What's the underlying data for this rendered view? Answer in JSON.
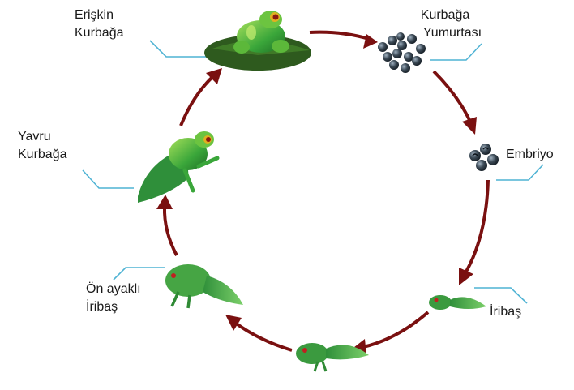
{
  "colors": {
    "arrow": "#7a1010",
    "leader": "#4fb3d4",
    "frog_green": "#3aa63a",
    "frog_light": "#8fd64a",
    "egg": "#2f3b46",
    "lily_pad": "#2e5a1e"
  },
  "stages": [
    {
      "id": "adult",
      "line1": "Erişkin",
      "line2": "Kurbağa",
      "icon": "adult-frog"
    },
    {
      "id": "eggs",
      "line1": "Kurbağa",
      "line2": "Yumurtası",
      "icon": "frog-eggs"
    },
    {
      "id": "embryo",
      "line1": "Embriyo",
      "line2": "",
      "icon": "embryo"
    },
    {
      "id": "tadpole",
      "line1": "İribaş",
      "line2": "",
      "icon": "tadpole"
    },
    {
      "id": "tadpole-legs",
      "line1": "Ön ayaklı",
      "line2": "İribaş",
      "icon": "tadpole-with-legs"
    },
    {
      "id": "froglet",
      "line1": "Yavru",
      "line2": "Kurbağa",
      "icon": "froglet"
    }
  ]
}
